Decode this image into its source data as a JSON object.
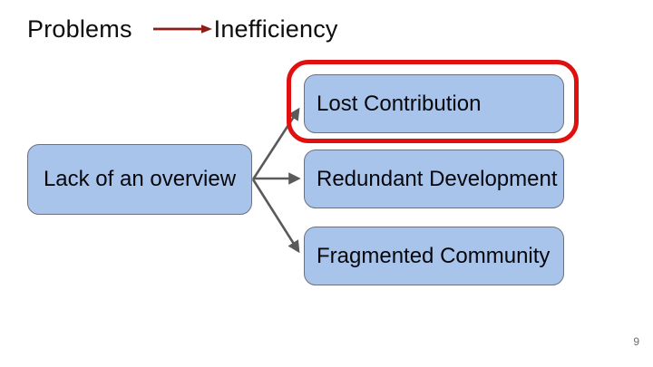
{
  "slide": {
    "title": {
      "left": "Problems",
      "right": "Inefficiency"
    },
    "source_box": {
      "label": "Lack of an overview"
    },
    "target_boxes": [
      {
        "label": "Lost Contribution",
        "highlighted": true
      },
      {
        "label": "Redundant Development",
        "highlighted": false
      },
      {
        "label": "Fragmented Community",
        "highlighted": false
      }
    ],
    "page_number": "9",
    "colors": {
      "box_fill": "#a9c4ea",
      "box_border": "#6b7180",
      "highlight_red": "#e01010",
      "title_arrow_red": "#8e1d17",
      "connector_gray": "#5a5a5a",
      "page_number_gray": "#6e6e6e"
    }
  }
}
